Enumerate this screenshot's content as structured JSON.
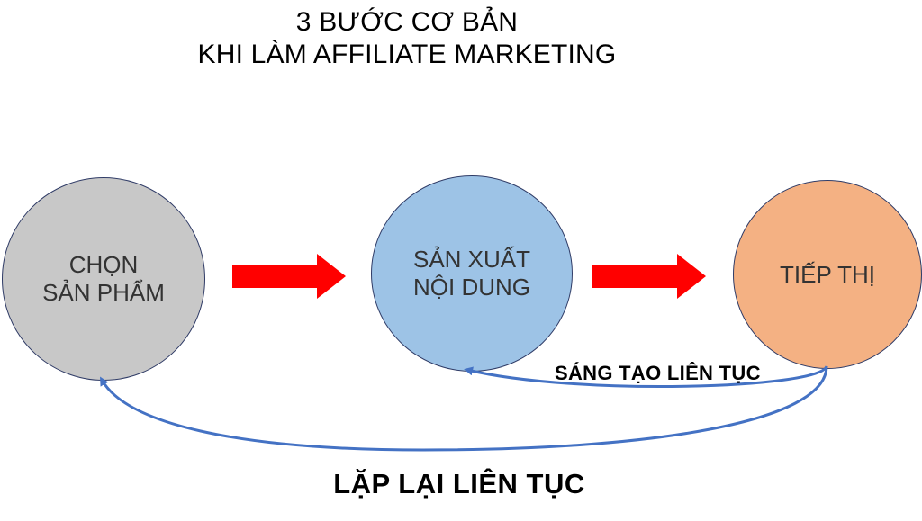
{
  "title": {
    "line1": "3 BƯỚC CƠ BẢN",
    "line2": "KHI LÀM AFFILIATE MARKETING"
  },
  "steps": [
    {
      "line1": "CHỌN",
      "line2": "SẢN PHẨM",
      "color": "#c8c8c8"
    },
    {
      "line1": "SẢN XUẤT",
      "line2": "NỘI DUNG",
      "color": "#9dc3e6"
    },
    {
      "line1": "TIẾP THỊ",
      "line2": "",
      "color": "#f4b183"
    }
  ],
  "arrow_color": "#ff0000",
  "loop_color": "#4472c4",
  "loops": {
    "inner_label": "SÁNG TẠO LIÊN TỤC",
    "outer_label": "LẶP LẠI LIÊN TỤC"
  }
}
